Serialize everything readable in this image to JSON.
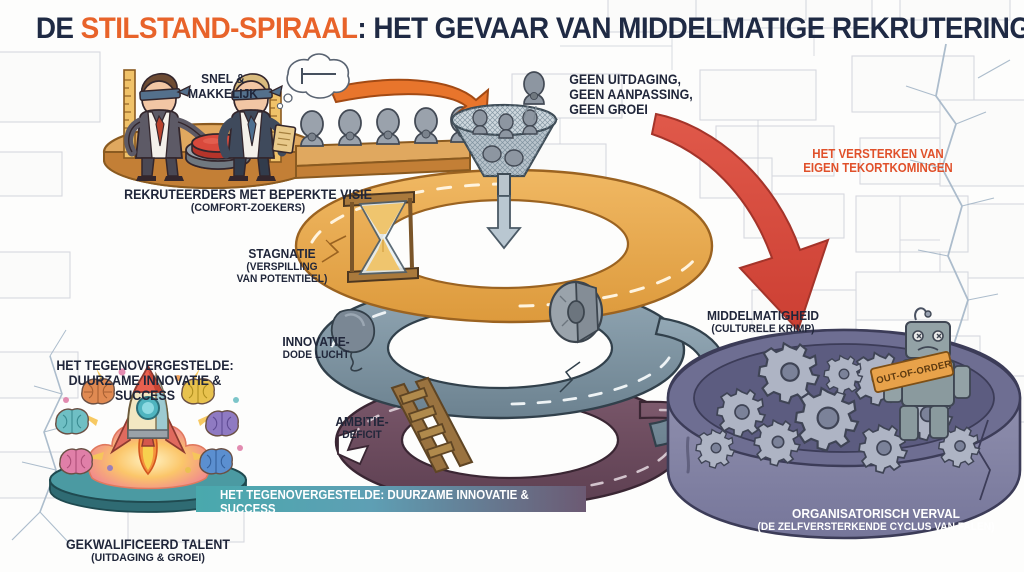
{
  "poster": {
    "title_prefix": "DE ",
    "title_highlight": "STILSTAND-SPIRAAL",
    "title_rest": ": HET GEVAAR VAN MIDDELMATIGE REKRUTERING",
    "background": "#fdfdfc",
    "colors": {
      "title_dark": "#1f2a44",
      "accent_orange": "#e8632a",
      "red_arrow": "#d9493c",
      "ramp_orange": "#e8a84c",
      "ramp_slate": "#7e94a3",
      "ramp_plum": "#6b4a5e",
      "basin_purple": "#8a8aa8",
      "teal_banner": "#3f9fa8"
    }
  },
  "labels": {
    "snel_makkelijk": "SNEL &\nMAKKELIJK",
    "recruiters_main": "REKRUTEERDERS MET BEPERKTE VISIE",
    "recruiters_sub": "(COMFORT-ZOEKERS)",
    "geen_groei": "GEEN UITDAGING,\nGEEN AANPASSING,\nGEEN GROEI",
    "versterken": "HET VERSTERKEN VAN\nEIGEN TEKORTKOMINGEN",
    "stagnatie_main": "STAGNATIE",
    "stagnatie_sub": "(VERSPILLING\nVAN POTENTIEEL)",
    "innovatie": "INNOVATIE-",
    "innovatie_sub": "DODE LUCHT",
    "ambitie": "AMBITIE-",
    "ambitie_sub": "DEFICIT",
    "middelmatigheid_main": "MIDDELMATIGHEID",
    "middelmatigheid_sub": "(CULTURELE KRIMP)",
    "tegenovergestelde_top": "HET TEGENOVERGESTELDE:\nDUURZAME INNOVATIE & SUCCESS",
    "talent_main": "GEKWALIFICEERD TALENT",
    "talent_sub": "(UITDAGING & GROEI)",
    "verval_main": "ORGANISATORISCH VERVAL",
    "verval_sub": "(DE ZELFVERSTERKENDE CYCLUS VAN FALEN)",
    "banner": "HET TEGENOVERGESTELDE: DUURZAME INNOVATIE & SUCCESS",
    "robot_sign": "OUT-OF-ORDER"
  },
  "scene": {
    "conveyor_figure_count": 5,
    "ramp_levels": [
      {
        "name": "stagnatie-ring",
        "color": "#e8a84c"
      },
      {
        "name": "innovatie-ring",
        "color": "#7e94a3"
      },
      {
        "name": "ambitie-ring",
        "color": "#6b4a5e"
      }
    ],
    "brain_colors": [
      "#e08a52",
      "#e8c24e",
      "#6fbfc4",
      "#8f7ac2",
      "#e07fa8",
      "#5b8fd0"
    ],
    "icons": [
      "blindfolded-recruiter-icon",
      "red-button-icon",
      "ruler-icon",
      "thought-bubble-low-bar-icon",
      "conveyor-belt-icon",
      "sieve-funnel-icon",
      "hourglass-icon",
      "deflated-balloon-icon",
      "broken-ladder-icon",
      "stone-wheel-icon",
      "red-arrow-icon",
      "rocket-icon",
      "brain-icon",
      "broken-robot-icon",
      "gears-pile-icon"
    ]
  }
}
